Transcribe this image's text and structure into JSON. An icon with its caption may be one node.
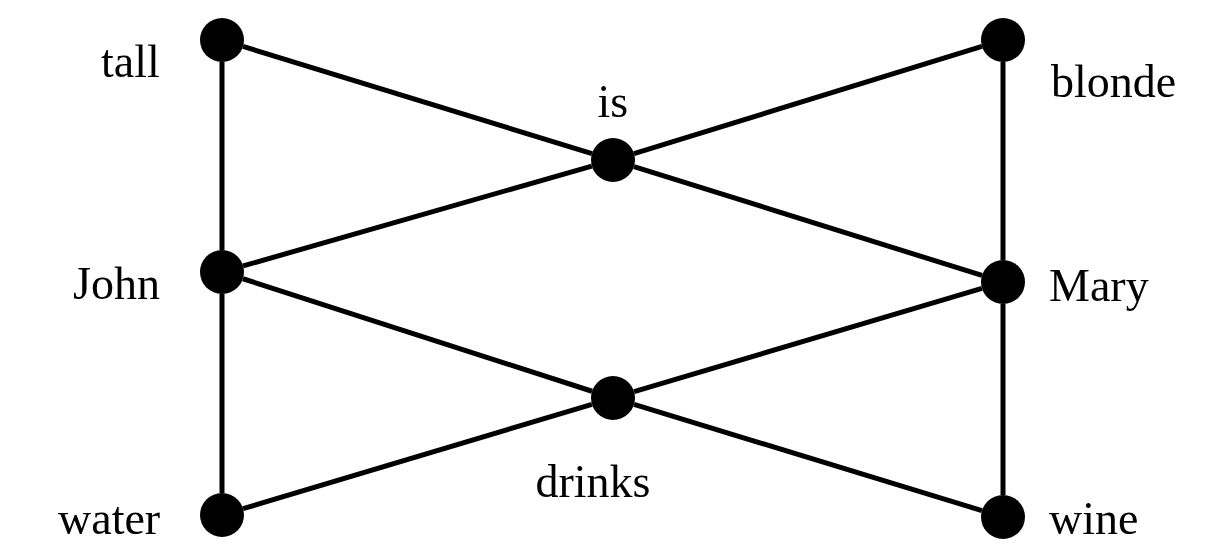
{
  "diagram": {
    "nodes": [
      {
        "text": [
          "tall"
        ]
      },
      {
        "text": [
          "blonde"
        ]
      },
      {
        "text": [
          "is"
        ]
      },
      {
        "text": [
          "John"
        ]
      },
      {
        "text": [
          "Mary"
        ]
      },
      {
        "text": [
          "drinks"
        ]
      },
      {
        "text": [
          "water"
        ]
      },
      {
        "text": [
          "wine"
        ]
      }
    ],
    "edges": [
      {
        "from": 0,
        "to": 3,
        "arrow": "none"
      },
      {
        "from": 3,
        "to": 6,
        "arrow": "none"
      },
      {
        "from": 1,
        "to": 4,
        "arrow": "none"
      },
      {
        "from": 4,
        "to": 7,
        "arrow": "none"
      },
      {
        "from": 0,
        "to": 2,
        "arrow": "none"
      },
      {
        "from": 2,
        "to": 4,
        "arrow": "none"
      },
      {
        "from": 3,
        "to": 2,
        "arrow": "none"
      },
      {
        "from": 2,
        "to": 1,
        "arrow": "none"
      },
      {
        "from": 3,
        "to": 5,
        "arrow": "none"
      },
      {
        "from": 5,
        "to": 7,
        "arrow": "none"
      },
      {
        "from": 6,
        "to": 5,
        "arrow": "none"
      },
      {
        "from": 5,
        "to": 4,
        "arrow": "none"
      }
    ]
  }
}
